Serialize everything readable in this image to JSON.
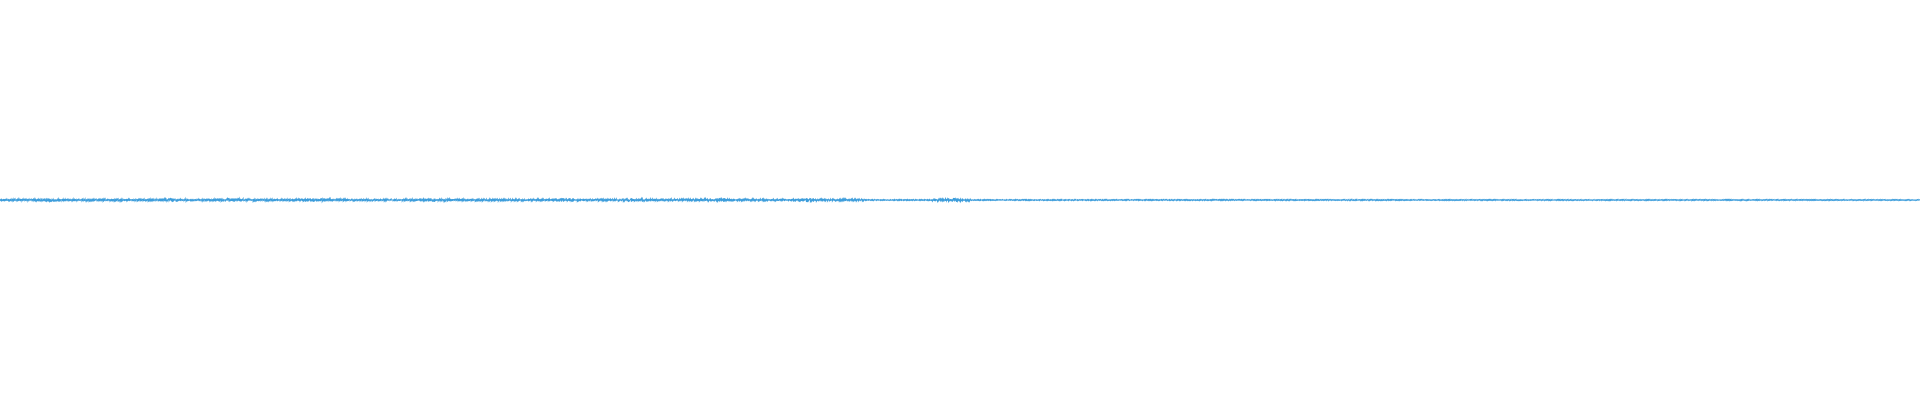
{
  "colors": {
    "background": "#ffffff",
    "waveform": "#3d9ddb"
  },
  "waveform": {
    "baseline_level": 0.0,
    "peak_amplitude": 0.035,
    "sample_count": 1920
  }
}
